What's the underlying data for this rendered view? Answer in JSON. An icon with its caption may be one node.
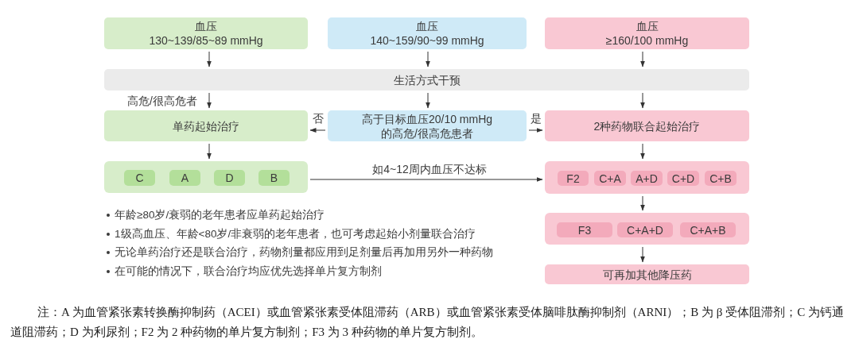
{
  "diagram": {
    "caption": "注：A 为血管紧张素转换酶抑制药（ACEI）或血管紧张素受体阻滞药（ARB）或血管紧张素受体脑啡肽酶抑制剂（ARNI）；B 为 β 受体阻滞剂；C 为钙通道阻滞药；D 为利尿剂；F2 为 2 种药物的单片复方制剂；F3 为 3 种药物的单片复方制剂。",
    "nodes": [
      {
        "text": [
          "血压",
          "130~139/85~89 mmHg"
        ]
      },
      {
        "text": [
          "血压",
          "140~159/90~99 mmHg"
        ]
      },
      {
        "text": [
          "血压",
          "≥160/100 mmHg"
        ]
      },
      {
        "text": [
          "生活方式干预"
        ]
      },
      {
        "text": [
          "单药起始治疗"
        ]
      },
      {
        "text": [
          "高于目标血压20/10 mmHg的高危/很高危患者"
        ]
      },
      {
        "text": [
          "2种药物联合起始治疗"
        ]
      },
      {
        "text": [],
        "shape": "box"
      },
      {
        "text": [
          "C"
        ],
        "in": 7
      },
      {
        "text": [
          "A"
        ],
        "in": 7
      },
      {
        "text": [
          "D"
        ],
        "in": 7
      },
      {
        "text": [
          "B"
        ],
        "in": 7
      },
      {
        "text": [],
        "shape": "box"
      },
      {
        "text": [
          "F2"
        ],
        "in": 12
      },
      {
        "text": [
          "C+A"
        ],
        "in": 12
      },
      {
        "text": [
          "A+D"
        ],
        "in": 12
      },
      {
        "text": [
          "C+D"
        ],
        "in": 12
      },
      {
        "text": [
          "C+B"
        ],
        "in": 12
      },
      {
        "text": [],
        "shape": "box"
      },
      {
        "text": [
          "F3"
        ],
        "in": 18
      },
      {
        "text": [
          "C+A+D"
        ],
        "in": 18
      },
      {
        "text": [
          "C+A+B"
        ],
        "in": 18
      },
      {
        "text": [
          "可再加其他降压药"
        ]
      }
    ],
    "edges": [
      {
        "from": 0,
        "to": 3,
        "arrow": "to"
      },
      {
        "from": 1,
        "to": 3,
        "arrow": "to"
      },
      {
        "from": 2,
        "to": 3,
        "arrow": "to"
      },
      {
        "from": 3,
        "to": 4,
        "arrow": "to",
        "label": "高危/很高危者"
      },
      {
        "from": 3,
        "to": 5,
        "arrow": "to"
      },
      {
        "from": 3,
        "to": 6,
        "arrow": "to"
      },
      {
        "from": 5,
        "to": 4,
        "arrow": "to",
        "label": "否"
      },
      {
        "from": 5,
        "to": 6,
        "arrow": "to",
        "label": "是"
      },
      {
        "from": 4,
        "to": 7,
        "arrow": "to"
      },
      {
        "from": 6,
        "to": 12,
        "arrow": "to"
      },
      {
        "from": 7,
        "to": 12,
        "arrow": "to",
        "label": "如4~12周内血压不达标"
      },
      {
        "from": 12,
        "to": 18,
        "arrow": "to"
      },
      {
        "from": 18,
        "to": 22,
        "arrow": "to"
      }
    ],
    "labels": [
      "年龄≥80岁/衰弱的老年患者应单药起始治疗",
      "1级高血压、年龄<80岁/非衰弱的老年患者，也可考虑起始小剂量联合治疗",
      "无论单药治疗还是联合治疗，药物剂量都应用到足剂量后再加用另外一种药物",
      "在可能的情况下，联合治疗均应优先选择单片复方制剂"
    ]
  }
}
